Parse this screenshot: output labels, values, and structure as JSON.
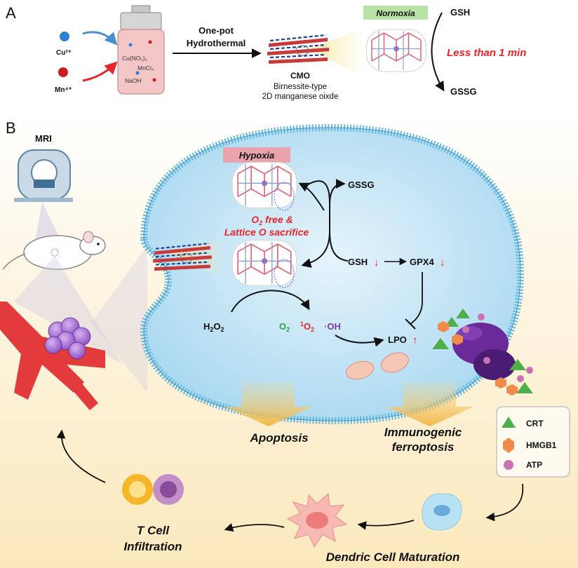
{
  "panel_a": {
    "label": "A",
    "ions": {
      "cu": "Cu²⁺",
      "mn": "Mn⁴⁺"
    },
    "flask_labels": [
      "Cu(NO₃)₂",
      "MnCl₄",
      "NaOH"
    ],
    "process_line1": "One-pot",
    "process_line2": "Hydrothermal",
    "product_name": "CMO",
    "product_desc1": "Birnessite-type",
    "product_desc2": "2D manganese oixde",
    "condition": "Normoxia",
    "gsh": "GSH",
    "gssg": "GSSG",
    "time_note": "Less than 1 min"
  },
  "panel_b": {
    "label": "B",
    "mri": "MRI",
    "hypoxia": "Hypoxia",
    "o2_free_pre": "O",
    "o2_free_sub": "2",
    "o2_free_post": " free &",
    "lattice": "Lattice O sacrifice",
    "gssg": "GSSG",
    "gsh": "GSH",
    "gpx4": "GPX4",
    "down_arrow": "↓",
    "up_arrow": "↑",
    "h2o2_a": "H",
    "h2o2_b": "2",
    "h2o2_c": "O",
    "h2o2_d": "2",
    "o2_a": "O",
    "o2_b": "2",
    "singlet_sup": "1",
    "singlet_a": "O",
    "singlet_b": "2",
    "oh": "·OH",
    "lpo": "LPO",
    "apoptosis": "Apoptosis",
    "ferro1": "Immunogenic",
    "ferro2": "ferroptosis",
    "legend": [
      "CRT",
      "HMGB1",
      "ATP"
    ],
    "tcell1": "T Cell",
    "tcell2": "Infiltration",
    "dc": "Dendric Cell Maturation"
  },
  "colors": {
    "red_text": "#e8252a",
    "green_text": "#25a83c",
    "purple_text": "#7b3fb0",
    "hypoxia_bg": "#e9a3ad",
    "normoxia_bg": "#b9e3a4",
    "cell_fill": "#bfe2f4",
    "membrane": "#63b9e0",
    "background_warm": "#fbedc8"
  }
}
